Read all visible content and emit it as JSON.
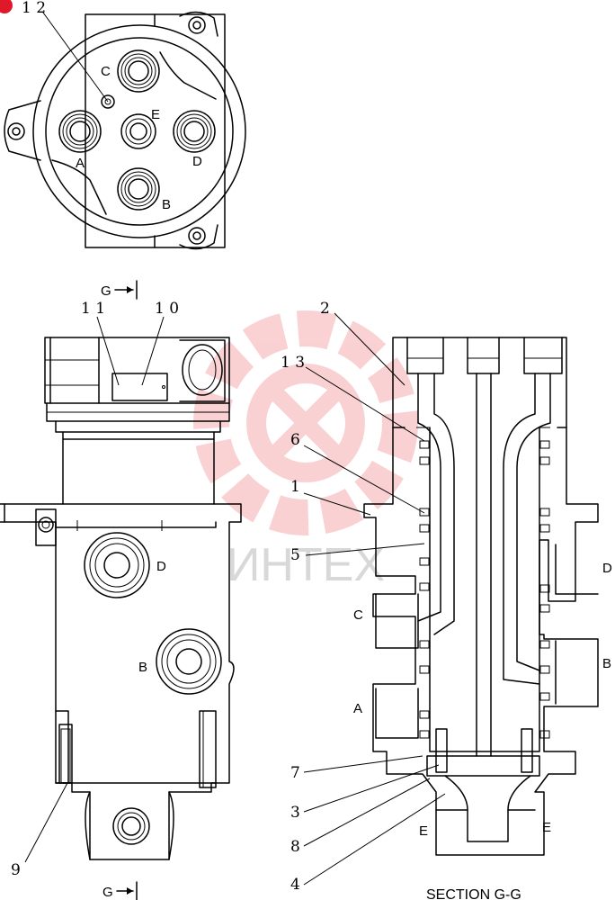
{
  "callouts": {
    "c1": "1",
    "c2": "2",
    "c3": "3",
    "c4": "4",
    "c5": "5",
    "c6": "6",
    "c7": "7",
    "c8": "8",
    "c9": "9",
    "c10": "1 0",
    "c11": "1 1",
    "c12": "1 2",
    "c13": "1 3"
  },
  "ports": {
    "A": "A",
    "B": "B",
    "C": "C",
    "D": "D",
    "E": "E"
  },
  "section": {
    "arrow_label": "G",
    "title": "SECTION  G-G"
  },
  "watermark": {
    "text": "ИНТЕХ",
    "color": "#e8323c"
  },
  "badge_color": "#e0192a"
}
